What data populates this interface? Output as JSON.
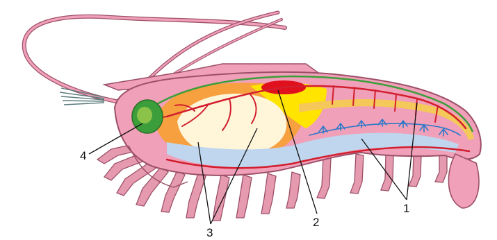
{
  "labels": {
    "one": "1",
    "two": "2",
    "three": "3",
    "four": "4"
  },
  "colors": {
    "body_pink": "#F0A0B8",
    "body_outline": "#9C5068",
    "legs": "#E59AB0",
    "artery_red": "#D21E2E",
    "heart_red": "#E0101C",
    "gonad_yellow": "#FFE400",
    "hepatopancreas_orange": "#F6A038",
    "stomach_cream": "#FFF6DA",
    "gut_blue": "#BFD6EE",
    "nerve_blue": "#2E78C8",
    "ganglion_green": "#3C9E3A",
    "gut_yellow": "#F5C85A"
  }
}
